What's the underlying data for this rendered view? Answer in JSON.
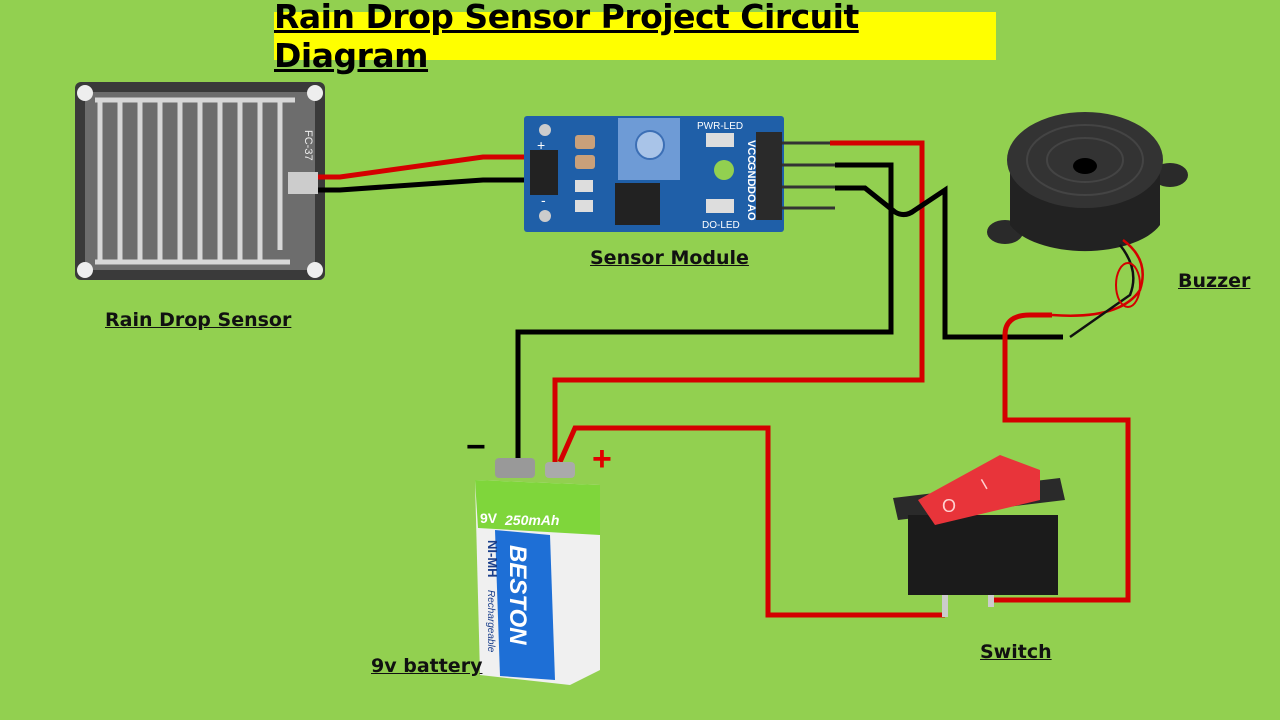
{
  "title": "Rain Drop Sensor Project Circuit Diagram",
  "labels": {
    "rain_sensor": "Rain Drop Sensor",
    "sensor_module": "Sensor Module",
    "buzzer": "Buzzer",
    "switch": "Switch",
    "battery": "9v battery"
  },
  "polarity": {
    "minus": "−",
    "plus": "+"
  },
  "rain_sensor_board": {
    "model": "FC-37"
  },
  "sensor_module_board": {
    "pwr_led": "PWR-LED",
    "do_led": "DO-LED",
    "pins": [
      "VCC",
      "GND",
      "DO",
      "AO"
    ],
    "input_plus": "+",
    "input_minus": "-"
  },
  "battery_print": {
    "voltage": "9V",
    "capacity": "250mAh",
    "chemistry": "NI-MH",
    "type": "Rechargeable",
    "brand": "BESTON"
  },
  "switch_marks": {
    "off": "O",
    "on": "I"
  },
  "colors": {
    "background": "#92d050",
    "title_bg": "#ffff00",
    "wire_positive": "#d40000",
    "wire_negative": "#000000",
    "module_pcb": "#1f5fa8"
  }
}
